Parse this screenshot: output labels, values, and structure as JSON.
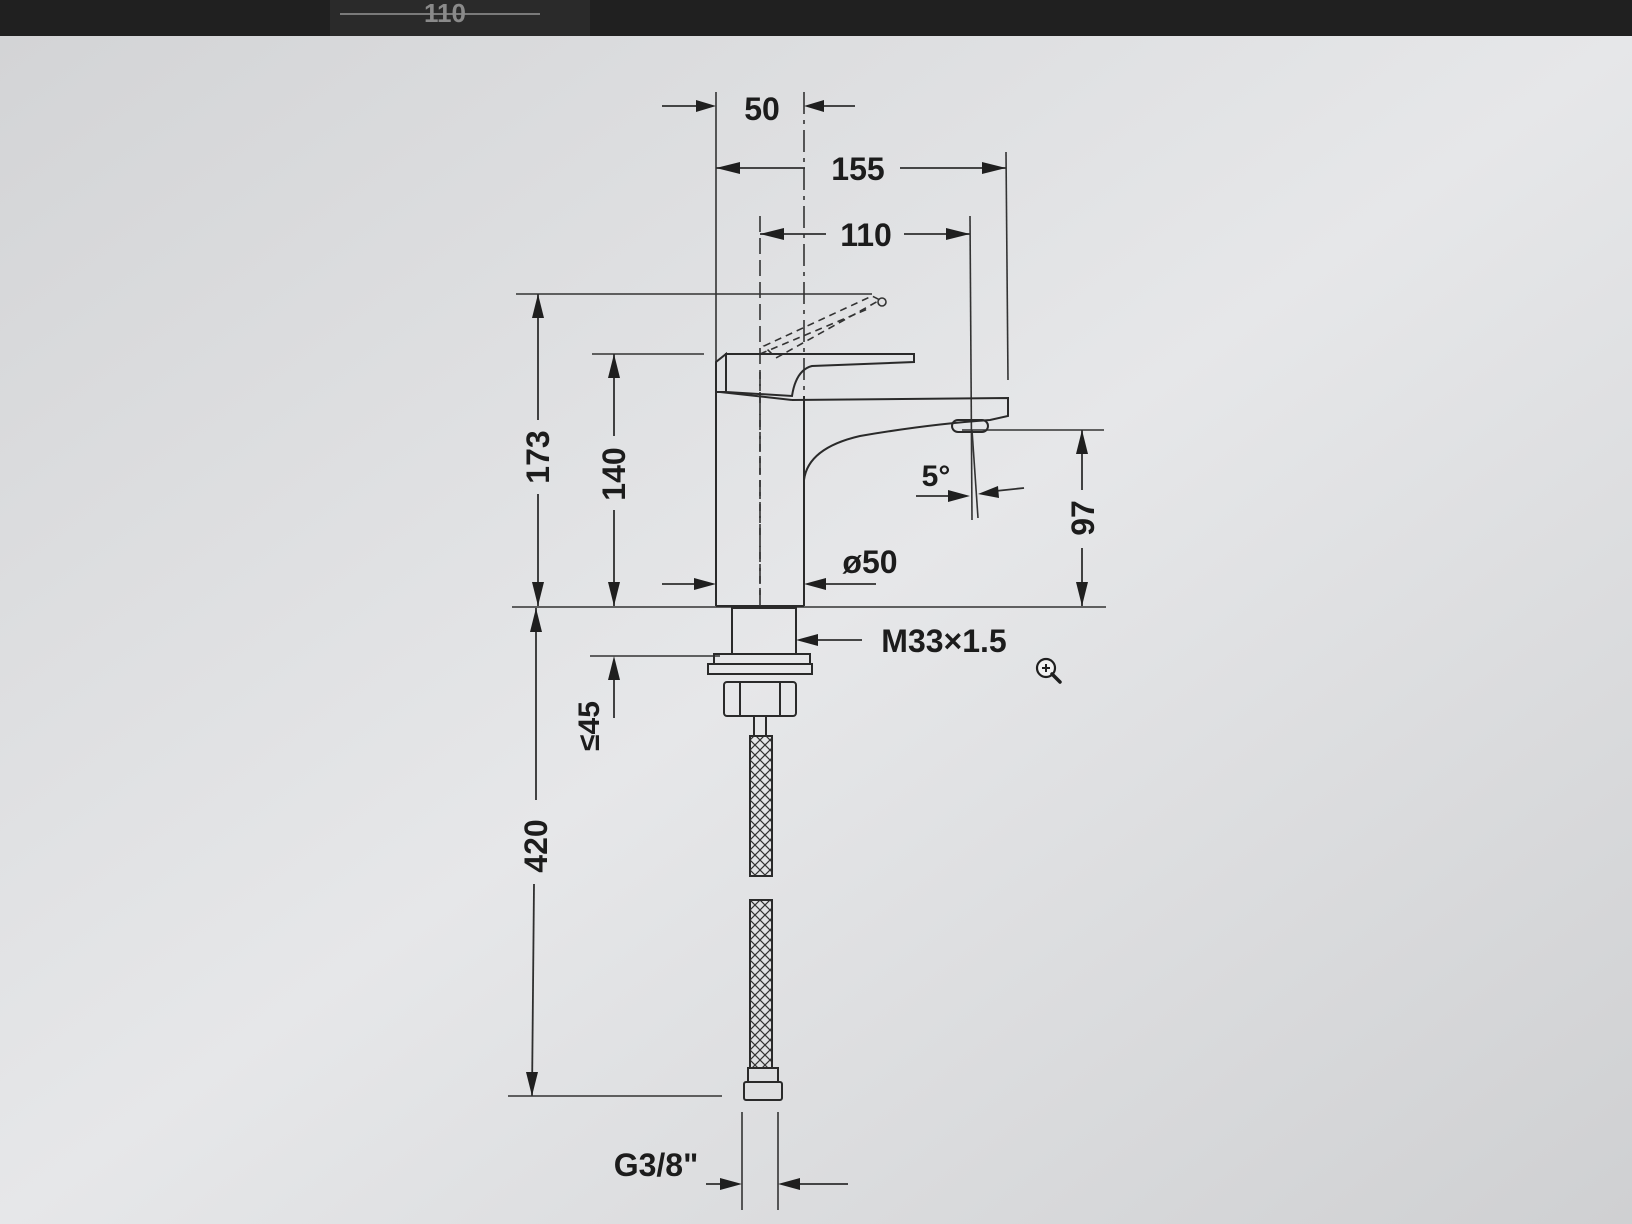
{
  "header": {
    "partial_dimension": "110"
  },
  "drawing": {
    "dimensions": {
      "top_width": "50",
      "overall_length": "155",
      "spout_reach": "110",
      "total_height": "173",
      "body_height": "140",
      "spout_height": "97",
      "angle": "5°",
      "diameter": "ø50",
      "thread": "M33×1.5",
      "max_thickness": "≤45",
      "hose_length": "420",
      "connection": "G3/8\""
    },
    "zoom_icon": "zoom-in-icon"
  },
  "colors": {
    "background": "#d9dadc",
    "line": "#2a2a2a",
    "bezel": "#202020"
  }
}
